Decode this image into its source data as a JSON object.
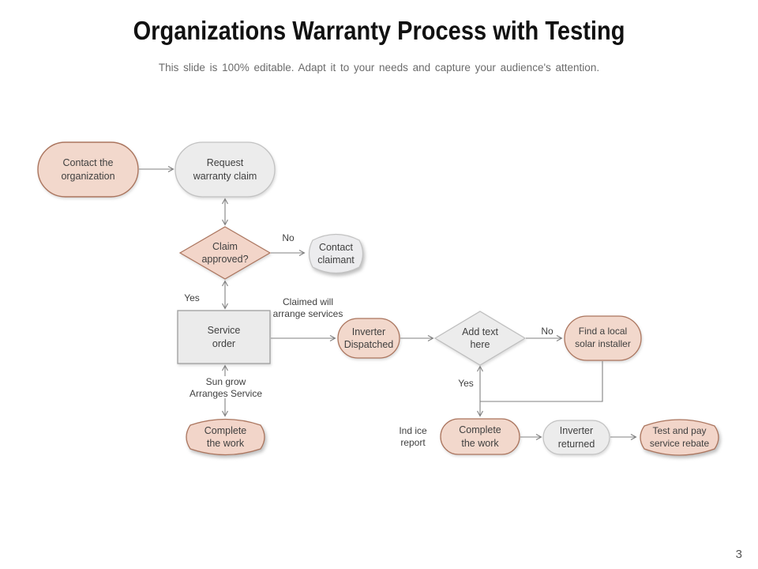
{
  "slide": {
    "title": "Organizations Warranty Process with Testing",
    "subtitle": "This slide is 100% editable. Adapt it to your needs and capture your audience's attention.",
    "page_number": "3"
  },
  "colors": {
    "pink_fill": "#f2d8cc",
    "pink_stroke": "#ab755e",
    "gray_fill": "#ececec",
    "gray_stroke": "#c2c2c2",
    "rect_stroke": "#9e9e9e",
    "line": "#808080",
    "text": "#3f3f3f"
  },
  "nodes": {
    "contact_organization": "Contact the\norganization",
    "request_warranty_claim": "Request\nwarranty claim",
    "claim_approved": "Claim\napproved?",
    "contact_claimant": "Contact\nclaimant",
    "service_order": "Service\norder",
    "inverter_dispatched": "Inverter\nDispatched",
    "add_text_here": "Add text\nhere",
    "find_local_installer": "Find a local\nsolar installer",
    "complete_work_left": "Complete\nthe work",
    "complete_work_right": "Complete\nthe work",
    "inverter_returned": "Inverter\nreturned",
    "test_pay_rebate": "Test and pay\nservice rebate"
  },
  "edge_labels": {
    "no_claim": "No",
    "yes_claim": "Yes",
    "claimed_arrange": "Claimed will\narrange services",
    "sungrow_arranges": "Sun grow\nArranges Service",
    "no_addtext": "No",
    "yes_addtext": "Yes",
    "indice_report": "Ind ice\nreport"
  }
}
